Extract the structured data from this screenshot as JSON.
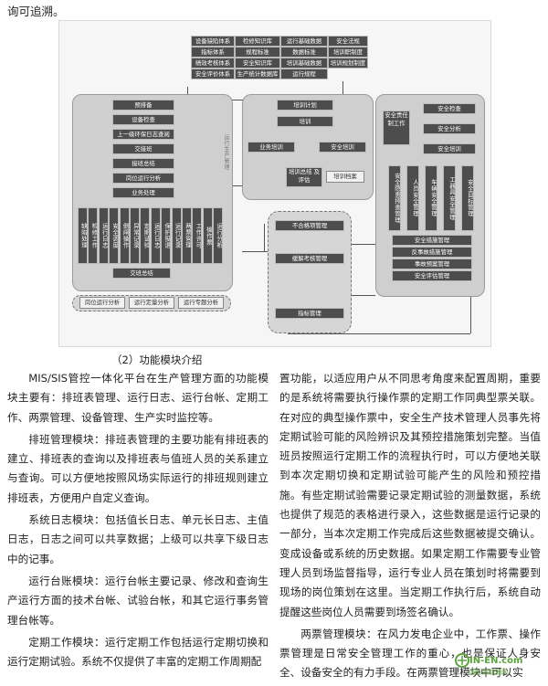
{
  "top_line": "询可追溯。",
  "diagram": {
    "top_grid": [
      [
        "设备缺陷体系",
        "检修知识库",
        "运行基础数据",
        "安全法规"
      ],
      [
        "指标体系",
        "规程标准",
        "数据标准",
        "培训职制度"
      ],
      [
        "绩效考核体系",
        "安全知识库",
        "培训基础数据",
        "培训规划制度"
      ],
      [
        "安全评价体系",
        "生产统计数据库",
        "运行规程",
        ""
      ]
    ],
    "left_flow": [
      "预排备",
      "设备检查",
      "上一级环保日志查阅",
      "交接班",
      "接班总结",
      "岗位运行分析",
      "业务处理"
    ],
    "left_vertical": [
      "缺陷处理",
      "检修工作",
      "运行日志",
      "安全调度",
      "倒闸操作",
      "异常记录",
      "定期试验",
      "运行日志",
      "保护投退",
      "运行记录",
      "两票管理",
      "工作许可",
      "操作票",
      "运行分析"
    ],
    "left_bottom": "交班总结",
    "left_side_label": "运行生产管理",
    "analysis": [
      "岗位运行分析",
      "运行定量分析",
      "运行专题分析"
    ],
    "mid_top": [
      "培训计划",
      "培训"
    ],
    "mid_left": "业务培训",
    "mid_right": "安全培训",
    "mid_summary": "培训总结 及评估",
    "mid_archive": "培训档案",
    "center": [
      "不合格项管理",
      "缓解考核管理",
      "指标管理"
    ],
    "right_title": "安全责任 制工作",
    "right_top": [
      "安全检查",
      "安全分析",
      "安全培训"
    ],
    "right_vertical": [
      "安全隐患排查管理",
      "人员安全管理",
      "车辆安全管理",
      "工器具安全管理",
      "安全目标管理"
    ],
    "right_bottom": [
      "安全措施管理",
      "反事故措施管理",
      "事故预案管理",
      "安全评估管理"
    ]
  },
  "caption": "（2）功能模块介绍",
  "left_paragraphs": [
    {
      "indent": true,
      "text": "MIS/SIS管控一体化平台在生产管理方面的功能模块主要有：排班表管理、运行日志、运行台帐、定期工作、两票管理、设备管理、生产实时监控等。"
    },
    {
      "indent": true,
      "text": "排班管理模块：排班表管理的主要功能有排班表的建立、排班表的查询以及排班表与值班人员的关系建立与查询。可以方便地按照风场实际运行的排班规则建立排班表，方便用户自定义查询。"
    },
    {
      "indent": true,
      "text": "系统日志模块：包括值长日志、单元长日志、主值日志，日志之间可以共享数据；上级可以共享下级日志中的记事。"
    },
    {
      "indent": true,
      "text": "运行台账模块：运行台帐主要记录、修改和查询生产运行方面的技术台帐、试验台帐，和其它运行事务管理台帐等。"
    },
    {
      "indent": true,
      "text": "定期工作模块：运行定期工作包括运行定期切换和运行定期试验。系统不仅提供了丰富的定期工作周期配"
    }
  ],
  "right_paragraphs": [
    {
      "indent": false,
      "text": "置功能，以适应用户从不同思考角度来配置周期，重要的是系统将需要执行操作票的定期工作同典型票关联。在对应的典型操作票中，安全生产技术管理人员事先将定期试验可能的风险辨识及其预控措施策划完整。当值班员按照运行定期工作的流程执行时，可以方便地关联到本次定期切换和定期试验可能产生的风险和预控措施。有些定期试验需要记录定期试验的测量数据，系统也提供了规范的表格进行录入，这些数据是运行记录的一部分，当本次定期工作完成后这些数据被提交确认。变成设备或系统的历史数据。如果定期工作需要专业管理人员到场监督指导，运行专业人员在策划时将需要到现场的岗位策划在这里。当定期工作执行后，系统自动提醒这些岗位人员需要到场签名确认。"
    },
    {
      "indent": true,
      "text": "两票管理模块：在风力发电企业中，工作票、操作票管理是日常安全管理工作的重心，也是保证人身安全、设备安全的有力手段。在两票管理模块中可以实"
    }
  ],
  "watermark": {
    "text": "IN-EN.com",
    "sub": "国际新能源网"
  }
}
